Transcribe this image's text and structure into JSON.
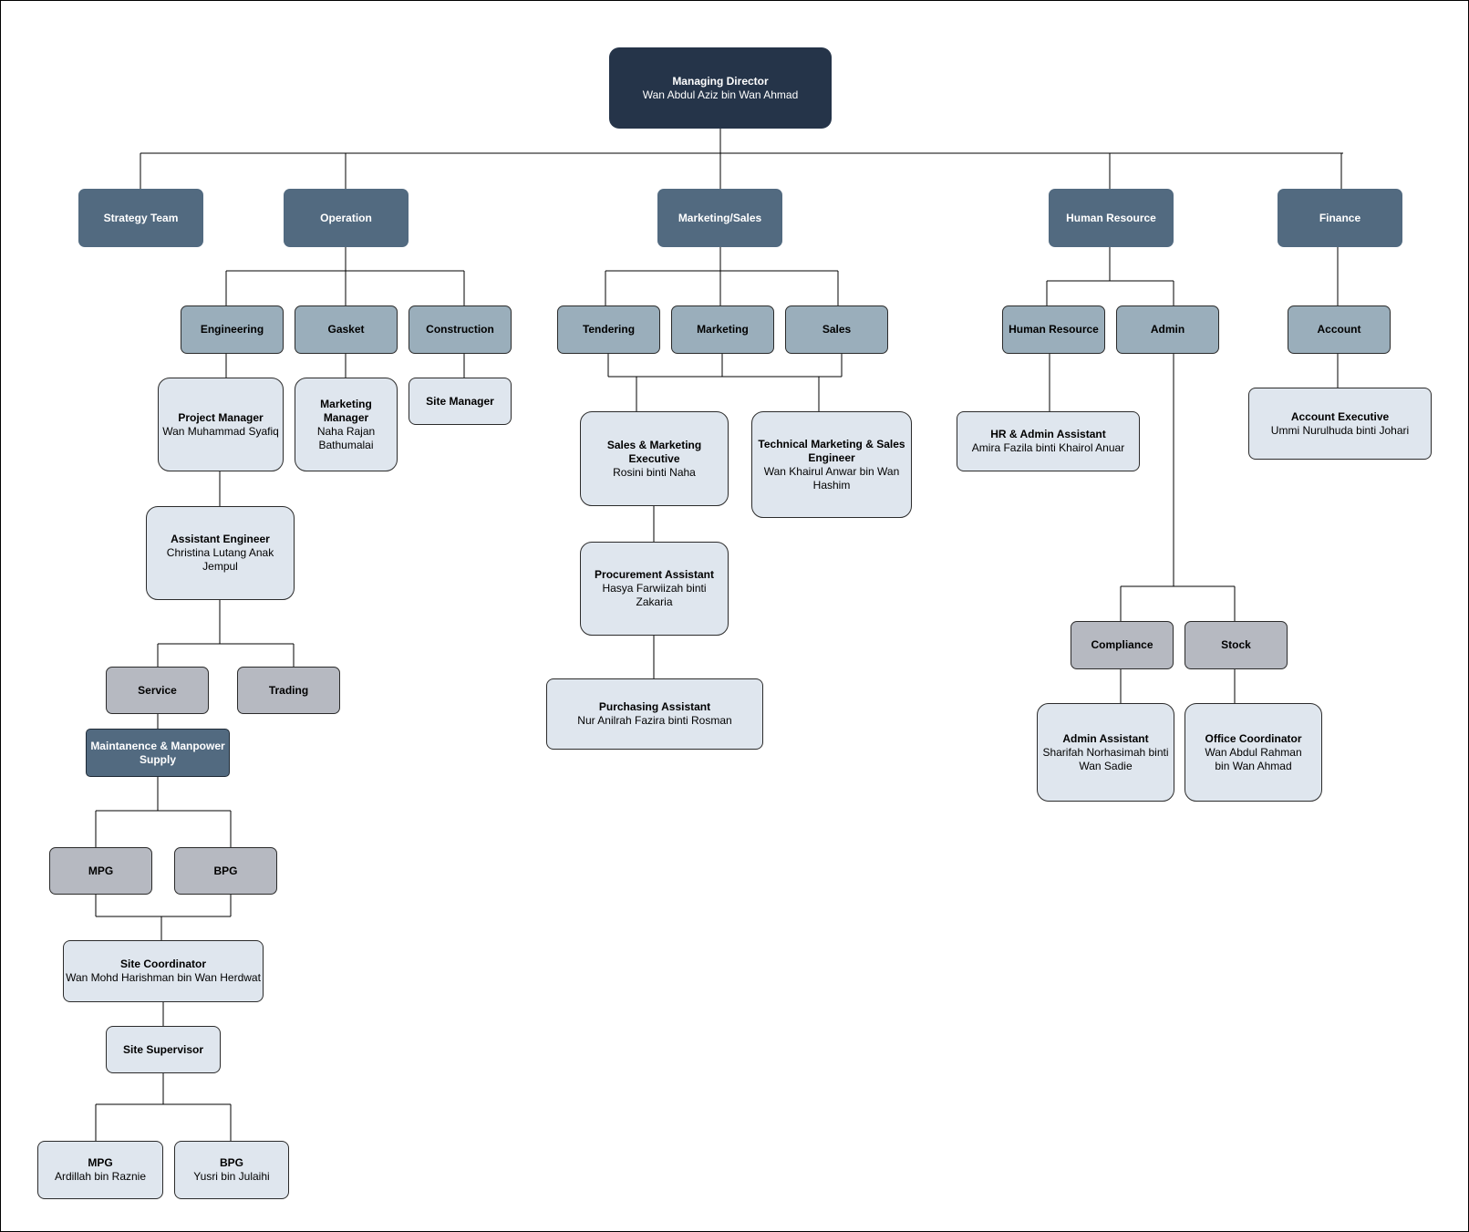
{
  "org": {
    "md": {
      "title": "Managing Director",
      "name": "Wan Abdul Aziz bin Wan Ahmad"
    },
    "strategy": "Strategy Team",
    "operation": "Operation",
    "marketing_sales": "Marketing/Sales",
    "human_resource": "Human Resource",
    "finance": "Finance",
    "engineering": "Engineering",
    "gasket": "Gasket",
    "construction": "Construction",
    "tendering": "Tendering",
    "marketing": "Marketing",
    "sales": "Sales",
    "hr_unit": "Human Resource",
    "admin": "Admin",
    "account": "Account",
    "project_manager": {
      "title": "Project Manager",
      "name": "Wan Muhammad Syafiq"
    },
    "marketing_manager": {
      "title": "Marketing Manager",
      "name": "Naha Rajan Bathumalai"
    },
    "site_manager": {
      "title": "Site Manager"
    },
    "assistant_engineer": {
      "title": "Assistant Engineer",
      "name": "Christina Lutang Anak Jempul"
    },
    "service": "Service",
    "trading": "Trading",
    "maintenance": "Maintanence & Manpower Supply",
    "mpg": "MPG",
    "bpg": "BPG",
    "site_coordinator": {
      "title": "Site Coordinator",
      "name": "Wan Mohd Harishman bin Wan Herdwat"
    },
    "site_supervisor": {
      "title": "Site Supervisor"
    },
    "mpg_person": {
      "title": "MPG",
      "name": "Ardillah bin Raznie"
    },
    "bpg_person": {
      "title": "BPG",
      "name": "Yusri bin Julaihi"
    },
    "sales_marketing_exec": {
      "title": "Sales & Marketing Executive",
      "name": "Rosini binti Naha"
    },
    "tech_marketing_engineer": {
      "title": "Technical Marketing & Sales Engineer",
      "name": "Wan Khairul Anwar bin Wan Hashim"
    },
    "procurement_assistant": {
      "title": "Procurement Assistant",
      "name": "Hasya Farwiizah binti Zakaria"
    },
    "purchasing_assistant": {
      "title": "Purchasing Assistant",
      "name": "Nur Anilrah Fazira binti Rosman"
    },
    "hr_admin_assistant": {
      "title": "HR & Admin Assistant",
      "name": "Amira Fazila binti Khairol Anuar"
    },
    "compliance": "Compliance",
    "stock": "Stock",
    "admin_assistant": {
      "title": "Admin Assistant",
      "name": "Sharifah Norhasimah binti Wan Sadie"
    },
    "office_coordinator": {
      "title": "Office Coordinator",
      "name": "Wan Abdul Rahman bin Wan Ahmad"
    },
    "account_exec": {
      "title": "Account Executive",
      "name": "Ummi Nurulhuda binti Johari"
    }
  },
  "colors": {
    "md_fill": "#253449",
    "dept_fill": "#526a80",
    "unit_fill": "#9aaebb",
    "grey_fill": "#b6b9c1",
    "person_fill": "#dfe6ee",
    "connector": "#000000"
  }
}
